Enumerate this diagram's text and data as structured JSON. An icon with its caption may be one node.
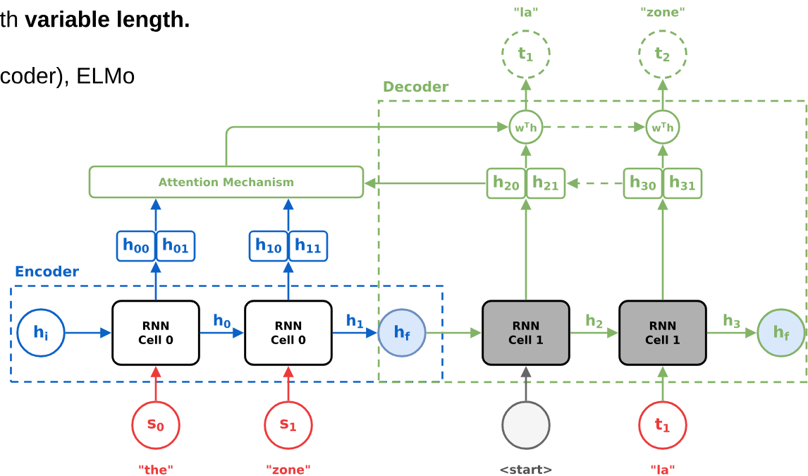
{
  "diagram": {
    "nodes": [
      {
        "text": [
          "Encoder"
        ]
      },
      {
        "text": [
          "Decoder"
        ]
      },
      {
        "text": [
          "t$_{1}$"
        ],
        "beside": [
          "\"la\""
        ]
      },
      {
        "text": [
          "t$_{2}$"
        ],
        "beside": [
          "\"zone\""
        ]
      },
      {
        "text": [
          "w$^{T}$h"
        ],
        "in": 1
      },
      {
        "text": [
          "w$^{T}$h"
        ],
        "in": 1
      },
      {
        "text": [
          "Attention Mechanism"
        ]
      },
      {
        "text": [
          "h$_{20}$",
          "h$_{21}$"
        ],
        "in": 1
      },
      {
        "text": [
          "h$_{30}$",
          "h$_{31}$"
        ],
        "in": 1
      },
      {
        "text": [
          "h$_{00}$",
          "h$_{01}$"
        ]
      },
      {
        "text": [
          "h$_{10}$",
          "h$_{11}$"
        ]
      },
      {
        "text": [
          "h$_{i}$"
        ],
        "in": 0
      },
      {
        "text": [
          "RNN Cell 0"
        ],
        "in": 0
      },
      {
        "text": [
          "RNN Cell 0"
        ],
        "in": 0
      },
      {
        "text": [
          "h$_{f}$"
        ]
      },
      {
        "text": [
          "RNN Cell 1"
        ],
        "in": 1
      },
      {
        "text": [
          "RNN Cell 1"
        ],
        "in": 1
      },
      {
        "text": [
          "h$_{f}$"
        ],
        "in": 1
      },
      {
        "text": [
          "s$_{0}$"
        ],
        "beside": [
          "\"the\""
        ]
      },
      {
        "text": [
          "s$_{1}$"
        ],
        "beside": [
          "\"zone\""
        ]
      },
      {
        "text": [],
        "shape": "circle",
        "beside": [
          "<start>"
        ]
      },
      {
        "text": [
          "t$_{1}$"
        ],
        "beside": [
          "\"la\""
        ]
      }
    ],
    "edges": [
      {
        "from": 11,
        "to": 12,
        "arrow": "to",
        "color": "#0b62c7"
      },
      {
        "from": 12,
        "to": 13,
        "arrow": "to",
        "label": "h$_{0}$",
        "color": "#0b62c7"
      },
      {
        "from": 13,
        "to": 14,
        "arrow": "to",
        "label": "h$_{1}$",
        "color": "#0b62c7"
      },
      {
        "from": 14,
        "to": 15,
        "arrow": "to"
      },
      {
        "from": 15,
        "to": 16,
        "arrow": "to",
        "label": "h$_{2}$"
      },
      {
        "from": 16,
        "to": 17,
        "arrow": "to",
        "label": "h$_{3}$"
      },
      {
        "from": 18,
        "to": 12,
        "arrow": "to",
        "color": "#ec3a3a"
      },
      {
        "from": 19,
        "to": 13,
        "arrow": "to",
        "color": "#ec3a3a"
      },
      {
        "from": 20,
        "to": 15,
        "arrow": "to",
        "color": "#666666"
      },
      {
        "from": 21,
        "to": 16,
        "arrow": "to"
      },
      {
        "from": 12,
        "to": 9,
        "arrow": "to",
        "color": "#0b62c7"
      },
      {
        "from": 13,
        "to": 10,
        "arrow": "to",
        "color": "#0b62c7"
      },
      {
        "from": 9,
        "to": 6,
        "arrow": "to",
        "color": "#0b62c7"
      },
      {
        "from": 10,
        "to": 6,
        "arrow": "to",
        "color": "#0b62c7"
      },
      {
        "from": 15,
        "to": 7,
        "arrow": "to"
      },
      {
        "from": 16,
        "to": 8,
        "arrow": "to"
      },
      {
        "from": 7,
        "to": 4,
        "arrow": "to"
      },
      {
        "from": 8,
        "to": 5,
        "arrow": "to"
      },
      {
        "from": 4,
        "to": 2,
        "arrow": "to"
      },
      {
        "from": 5,
        "to": 3,
        "arrow": "to"
      },
      {
        "from": 7,
        "to": 6,
        "arrow": "to"
      },
      {
        "from": 8,
        "to": 7,
        "arrow": "to",
        "style": "dashed"
      },
      {
        "from": 4,
        "to": 5,
        "arrow": "to",
        "style": "dashed"
      },
      {
        "from": 6,
        "to": 4,
        "arrow": "to"
      }
    ],
    "labels": [
      "th **variable length.**",
      "coder), ELMo"
    ]
  }
}
